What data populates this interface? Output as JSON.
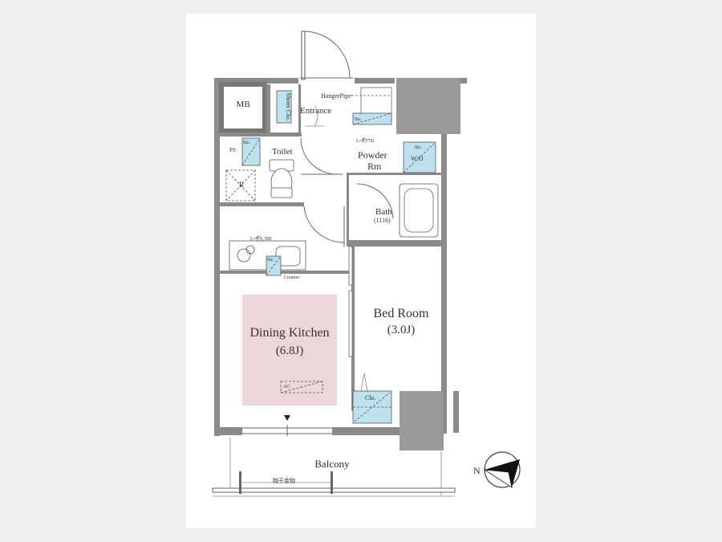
{
  "rooms": {
    "mb": "MB",
    "shoes": "Shoes Clo.",
    "hanger_pipe": "HangerPipe",
    "entrance": "Entrance",
    "storage_top": "Stc.",
    "length_top": "L=約750",
    "ps": "PS",
    "storage_toilet": "Stc.",
    "toilet": "Toilet",
    "powder_line1": "Powder",
    "powder_line2": "Rm",
    "storage_wd": "Stc.",
    "wd": "W/D",
    "r": "R",
    "bath": "Bath",
    "bath_size": "(1116)",
    "length_kitchen": "L=約1,500",
    "storage_kitchen": "Stc.",
    "counter": "Counter",
    "bed_room": "Bed Room",
    "bed_size": "(3.0J)",
    "dining_kitchen": "Dining Kitchen",
    "dining_size": "(6.8J)",
    "ac": "AC",
    "closet": "Clo.",
    "balcony": "Balcony",
    "laundry": "物干金物",
    "north": "N"
  },
  "colors": {
    "dining_fill": "#ecd6d8",
    "fixture_fill": "#bfe1ef",
    "wall": "#8a8a8a"
  }
}
